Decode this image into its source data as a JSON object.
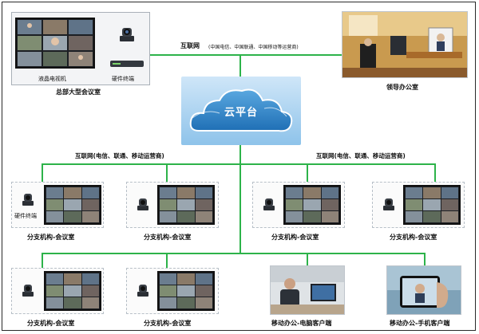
{
  "cloud": {
    "label": "云平台"
  },
  "network": {
    "top_label": "互联网",
    "top_carriers": "(中国电信、中国联通、中国移动等运营商)",
    "branch_left": "互联网(电信、联通、移动运营商)",
    "branch_right": "互联网(电信、联通、移动运营商)"
  },
  "hq": {
    "caption": "总部大型会议室",
    "tv_label": "液晶电视机",
    "terminal_label": "硬件终端"
  },
  "leader": {
    "caption": "领导办公室"
  },
  "branches": [
    {
      "caption": "分支机构-会议室",
      "terminal_label": "硬件终端"
    },
    {
      "caption": "分支机构-会议室"
    },
    {
      "caption": "分支机构-会议室"
    },
    {
      "caption": "分支机构-会议室"
    },
    {
      "caption": "分支机构-会议室"
    },
    {
      "caption": "分支机构-会议室"
    }
  ],
  "mobile": {
    "pc_caption": "移动办公-电脑客户端",
    "phone_caption": "移动办公-手机客户端"
  },
  "colors": {
    "line": "#2db34a",
    "cloud": "#3b8fd0",
    "border": "#2a2a2a"
  }
}
